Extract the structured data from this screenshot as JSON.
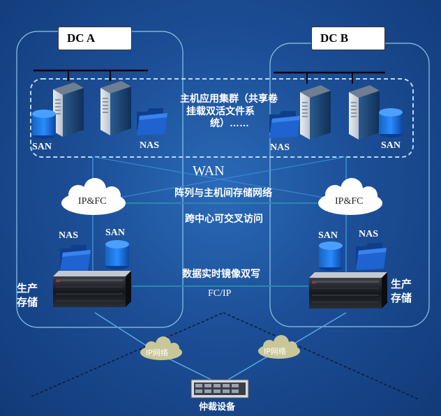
{
  "dc_a": {
    "label": "DC A"
  },
  "dc_b": {
    "label": "DC B"
  },
  "cluster": {
    "line1": "主机应用集群（共享卷",
    "line2": "挂载双活文件系",
    "line3": "统）……"
  },
  "wan": "WAN",
  "links": {
    "array_host": "阵列与主机间存储网络",
    "cross_dc": "跨中心可交叉访问",
    "mirror": "数据实时镜像双写",
    "fcip": "FC/IP"
  },
  "clouds": {
    "left": "IP&FC",
    "right": "IP&FC",
    "ip_left": "IP网络",
    "ip_right": "IP网络"
  },
  "storage_type": {
    "san": "SAN",
    "nas": "NAS"
  },
  "production": {
    "line1": "生产",
    "line2": "存储"
  },
  "arbiter": "仲裁设备"
}
